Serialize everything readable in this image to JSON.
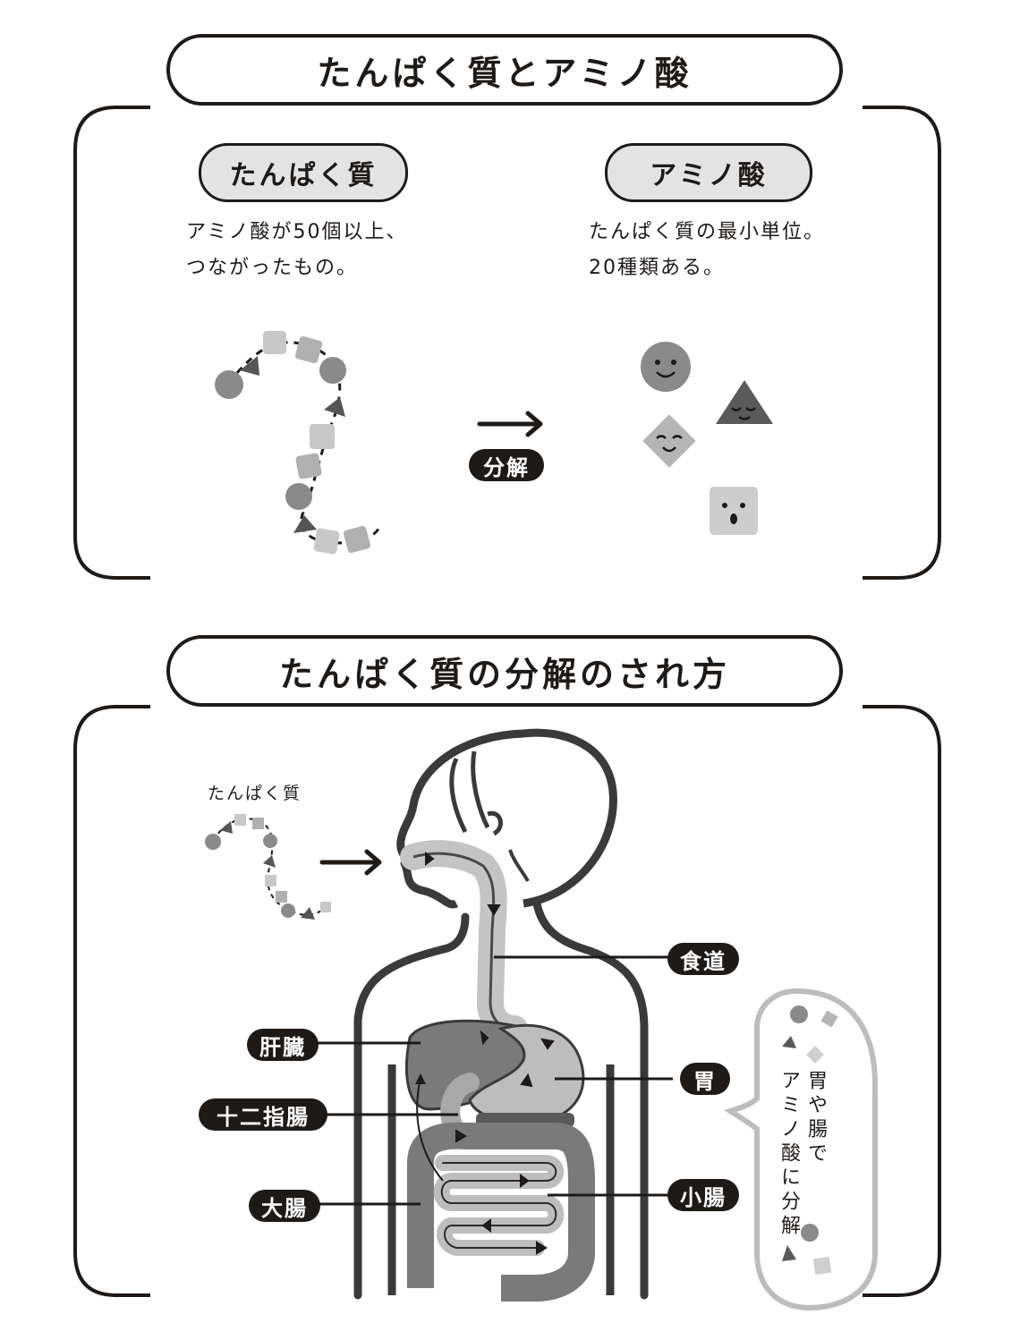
{
  "section1": {
    "title": "たんぱく質とアミノ酸",
    "left": {
      "tag": "たんぱく質",
      "desc": [
        "アミノ酸が50個以上、",
        "つながったもの。"
      ]
    },
    "right": {
      "tag": "アミノ酸",
      "desc": [
        "たんぱく質の最小単位。",
        "20種類ある。"
      ]
    },
    "arrow_label": "分解"
  },
  "section2": {
    "title": "たんぱく質の分解のされ方",
    "caption": "たんぱく質",
    "labels": {
      "esophagus": "食道",
      "liver": "肝臓",
      "stomach": "胃",
      "duodenum": "十二指腸",
      "large_intestine": "大腸",
      "small_intestine": "小腸"
    },
    "bubble": [
      "胃や腸で",
      "アミノ酸に分解"
    ]
  },
  "colors": {
    "ink": "#1e1a18",
    "gray": "#8a8a8a",
    "light": "#c8c8c8",
    "tag_bg": "#e3e3e3"
  }
}
